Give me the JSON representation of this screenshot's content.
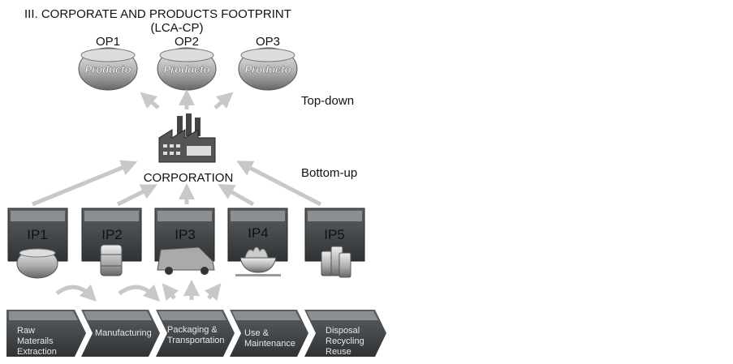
{
  "title": "III. CORPORATE AND PRODUCTS FOOTPRINT",
  "subtitle": "(LCA-CP)",
  "output_products": [
    {
      "label": "OP1",
      "brand": "Producto"
    },
    {
      "label": "OP2",
      "brand": "Producto"
    },
    {
      "label": "OP3",
      "brand": "Producto"
    }
  ],
  "top_down_label": "Top-down",
  "bottom_up_label": "Bottom-up",
  "corporation_label": "CORPORATION",
  "input_products": [
    {
      "label": "IP1",
      "icon": "can-icon"
    },
    {
      "label": "IP2",
      "icon": "barrel-icon"
    },
    {
      "label": "IP3",
      "icon": "delivery-van-icon"
    },
    {
      "label": "IP4",
      "icon": "burning-bowl-icon"
    },
    {
      "label": "IP5",
      "icon": "stacked-cans-icon"
    }
  ],
  "stages": [
    {
      "line1": "Raw",
      "line2": "Materails",
      "line3": "Extraction"
    },
    {
      "line1": "Manufacturing",
      "line2": "",
      "line3": ""
    },
    {
      "line1": "Packaging &",
      "line2": "Transportation",
      "line3": ""
    },
    {
      "line1": "Use &",
      "line2": "Maintenance",
      "line3": ""
    },
    {
      "line1": "Disposal",
      "line2": "Recycling",
      "line3": "Reuse"
    }
  ]
}
